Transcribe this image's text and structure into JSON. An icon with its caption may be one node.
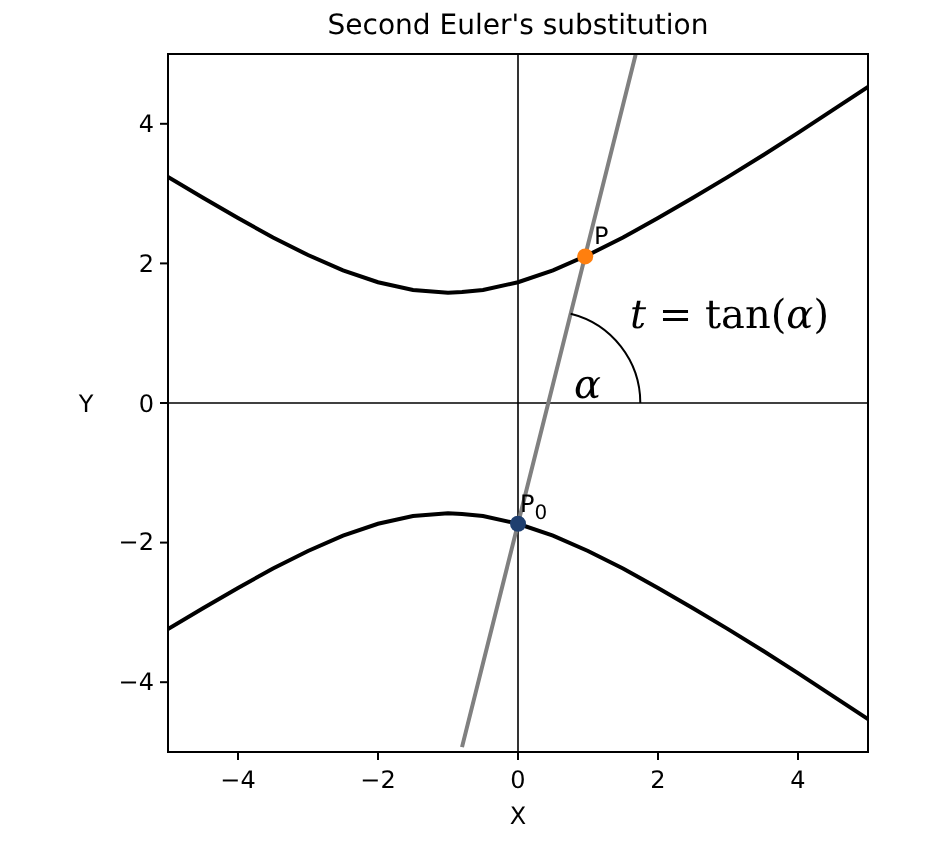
{
  "diagram": {
    "title": "Second Euler's substitution",
    "labels": [
      "P",
      "P$_{0}$",
      "*t* = tan(*α*)",
      "α"
    ],
    "chart_data": {
      "type": "line",
      "xlabel": "X",
      "ylabel": "Y",
      "x": [
        -5,
        -4.5,
        -4,
        -3.5,
        -3,
        -2.5,
        -2,
        -1.5,
        -1,
        -0.8,
        -0.5,
        0,
        0.5,
        1,
        1.5,
        1.68,
        2,
        2.5,
        3,
        3.5,
        4,
        4.5,
        5
      ],
      "series": [
        {
          "color": "#000000",
          "values": [
            3.24,
            2.94,
            2.65,
            2.37,
            2.12,
            1.9,
            1.73,
            1.62,
            1.58,
            1.59,
            1.62,
            1.73,
            1.9,
            2.12,
            2.37,
            2.47,
            2.65,
            2.94,
            3.24,
            3.55,
            3.87,
            4.2,
            4.53
          ]
        },
        {
          "color": "#000000",
          "values": [
            -3.24,
            -2.94,
            -2.65,
            -2.37,
            -2.12,
            -1.9,
            -1.73,
            -1.62,
            -1.58,
            -1.59,
            -1.62,
            -1.73,
            -1.9,
            -2.12,
            -2.37,
            -2.47,
            -2.65,
            -2.94,
            -3.24,
            -3.55,
            -3.87,
            -4.2,
            -4.53
          ]
        },
        {
          "color": "#808080",
          "values": [
            null,
            null,
            null,
            null,
            null,
            null,
            null,
            null,
            null,
            -4.93,
            -3.73,
            -1.73,
            0.27,
            2.27,
            4.27,
            4.99,
            null,
            null,
            null,
            null,
            null,
            null,
            null
          ]
        }
      ],
      "xlim": [
        -5,
        5
      ],
      "ylim": [
        -5,
        5
      ],
      "xticks": [
        -4,
        -2,
        0,
        2,
        4
      ],
      "yticks": [
        -4,
        -2,
        0,
        2,
        4
      ]
    }
  }
}
